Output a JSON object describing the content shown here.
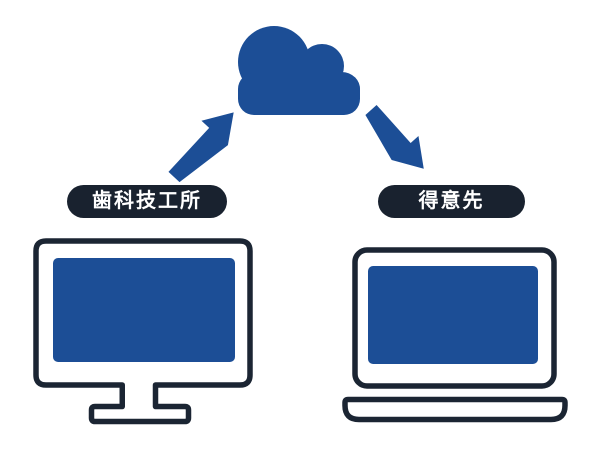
{
  "diagram": {
    "type": "cloud-connection-diagram",
    "background": "#ffffff",
    "colors": {
      "primary_blue": "#1C4E96",
      "dark_navy": "#1B2533",
      "label_background": "#19222F",
      "label_text": "#FFFFFF"
    },
    "cloud": {
      "name": "cloud",
      "color": "#1C4E96"
    },
    "left_node": {
      "label": "歯科技工所",
      "device": "desktop-monitor"
    },
    "right_node": {
      "label": "得意先",
      "device": "laptop"
    },
    "connections": [
      {
        "from": "歯科技工所",
        "to": "cloud",
        "direction": "up-right"
      },
      {
        "from": "cloud",
        "to": "得意先",
        "direction": "down-right"
      }
    ]
  }
}
